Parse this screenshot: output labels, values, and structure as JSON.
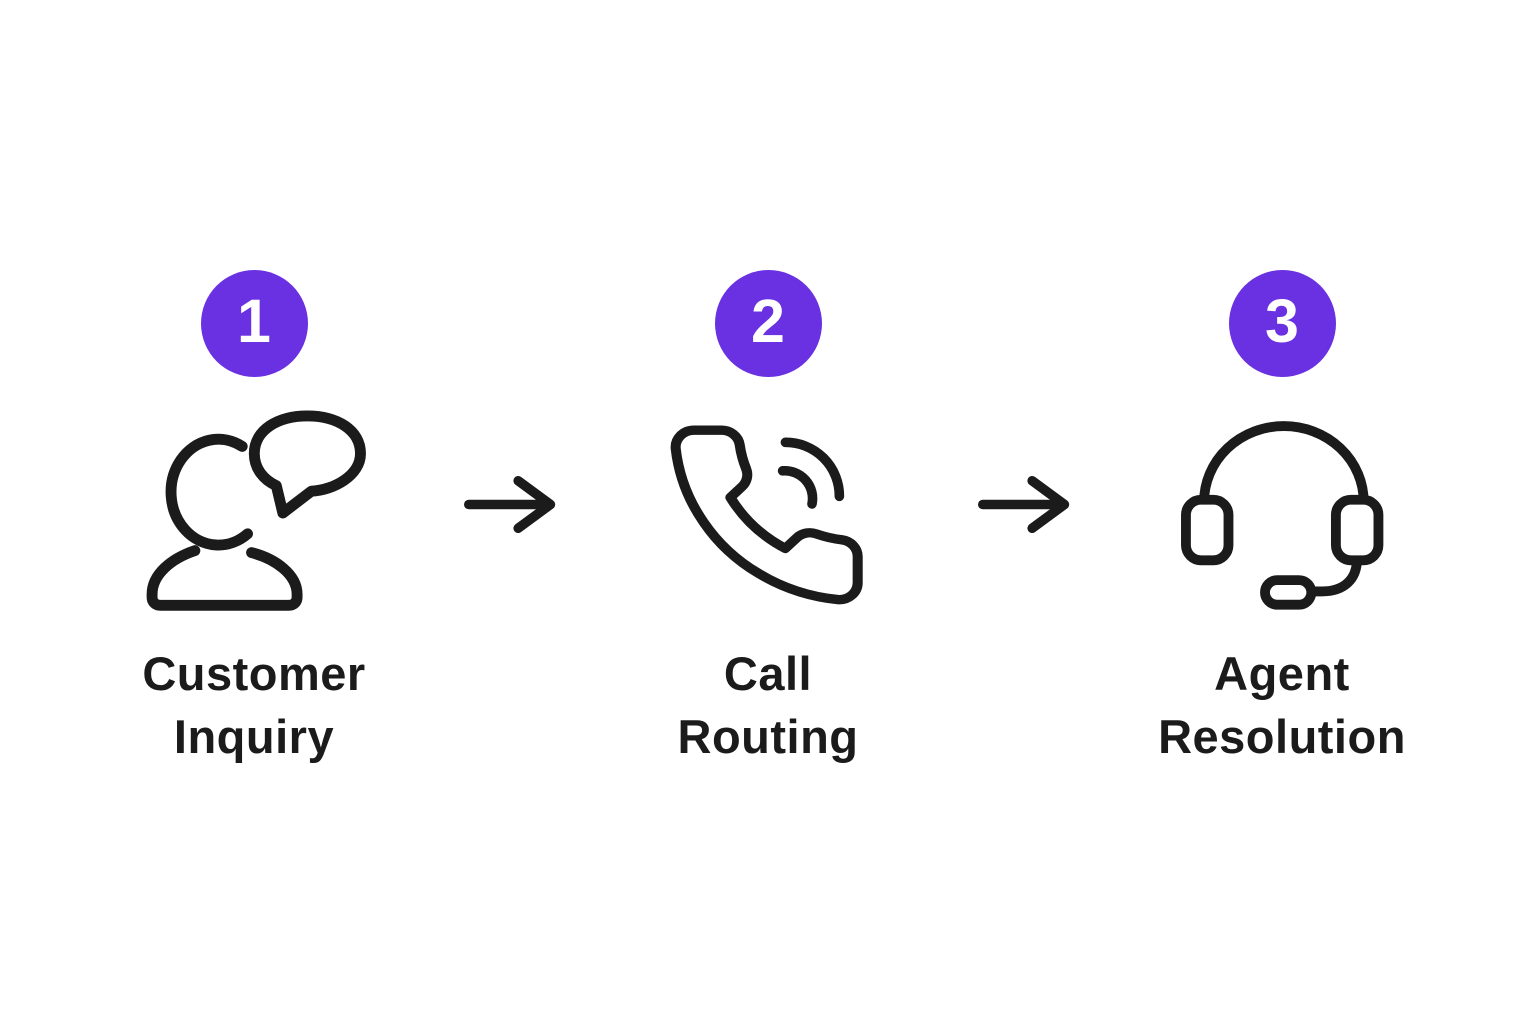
{
  "diagram": {
    "type": "process-flow",
    "steps": [
      {
        "number": "1",
        "label": "Customer Inquiry",
        "lines": [
          "Customer",
          "Inquiry"
        ],
        "icon": "person-speech-bubble-icon"
      },
      {
        "number": "2",
        "label": "Call Routing",
        "lines": [
          "Call",
          "Routing"
        ],
        "icon": "phone-handset-icon"
      },
      {
        "number": "3",
        "label": "Agent Resolution",
        "lines": [
          "Agent",
          "Resolution"
        ],
        "icon": "headset-microphone-icon"
      }
    ],
    "connectors": [
      "right-arrow",
      "right-arrow"
    ],
    "colors": {
      "step_badge": "#6931E1",
      "badge_number": "#FFFFFF",
      "ink": "#1B1B1B",
      "background": "#FFFFFF"
    }
  }
}
